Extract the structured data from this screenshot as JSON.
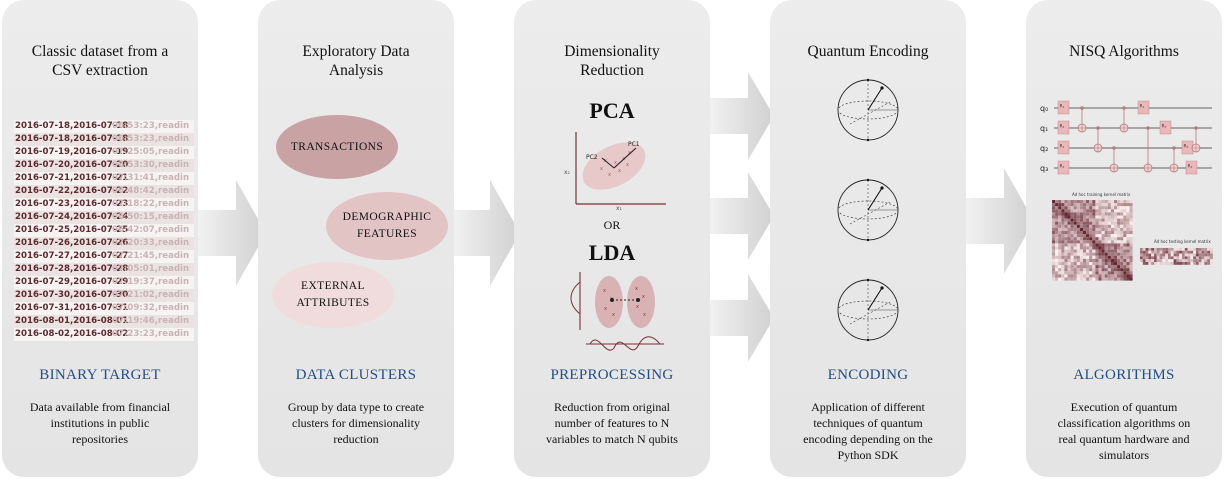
{
  "panels": [
    {
      "title_lines": [
        "Classic dataset from a",
        "CSV extraction"
      ],
      "category": "BINARY TARGET",
      "description_lines": [
        "Data available from financial",
        "institutions in public",
        "repositories"
      ],
      "csv_rows": [
        {
          "dates": "2016-07-18,2016-07-18",
          "rest": "06:53:23,readin"
        },
        {
          "dates": "2016-07-18,2016-07-18",
          "rest": "06:53:23,readin"
        },
        {
          "dates": "2016-07-19,2016-07-19",
          "rest": "07:25:05,readin"
        },
        {
          "dates": "2016-07-20,2016-07-20",
          "rest": "06:53:30,readin"
        },
        {
          "dates": "2016-07-21,2016-07-21",
          "rest": "07:31:41,readin"
        },
        {
          "dates": "2016-07-22,2016-07-22",
          "rest": "06:48:42,readin"
        },
        {
          "dates": "2016-07-23,2016-07-23",
          "rest": "07:18:22,readin"
        },
        {
          "dates": "2016-07-24,2016-07-24",
          "rest": "06:50:15,readin"
        },
        {
          "dates": "2016-07-25,2016-07-25",
          "rest": "06:42:07,readin"
        },
        {
          "dates": "2016-07-26,2016-07-26",
          "rest": "07:20:33,readin"
        },
        {
          "dates": "2016-07-27,2016-07-27",
          "rest": "07:21:45,readin"
        },
        {
          "dates": "2016-07-28,2016-07-28",
          "rest": "07:05:01,readin"
        },
        {
          "dates": "2016-07-29,2016-07-29",
          "rest": "07:19:37,readin"
        },
        {
          "dates": "2016-07-30,2016-07-30",
          "rest": "07:21:02,readin"
        },
        {
          "dates": "2016-07-31,2016-07-31",
          "rest": "07:09:32,readin"
        },
        {
          "dates": "2016-08-01,2016-08-01",
          "rest": "07:19:46,readin"
        },
        {
          "dates": "2016-08-02,2016-08-02",
          "rest": "07:23:23,readin"
        }
      ]
    },
    {
      "title_lines": [
        "Exploratory Data",
        "Analysis"
      ],
      "category": "DATA CLUSTERS",
      "description_lines": [
        "Group by data type to create",
        "clusters for dimensionality",
        "reduction"
      ],
      "clusters": {
        "transactions": "TRANSACTIONS",
        "demographic": [
          "DEMOGRAPHIC",
          "FEATURES"
        ],
        "external": [
          "EXTERNAL",
          "ATTRIBUTES"
        ]
      }
    },
    {
      "title_lines": [
        "Dimensionality",
        "Reduction"
      ],
      "category": "PREPROCESSING",
      "description_lines": [
        "Reduction from original",
        "number of features to N",
        "variables to match N qubits"
      ],
      "method_top": "PCA",
      "or_label": "OR",
      "method_bottom": "LDA",
      "pca_labels": {
        "pc1": "PC1",
        "pc2": "PC2",
        "x1": "x₁",
        "x2": "x₂"
      }
    },
    {
      "title_lines": [
        "Quantum Encoding"
      ],
      "category": "ENCODING",
      "description_lines": [
        "Application of different",
        "techniques of quantum",
        "encoding depending on the",
        "Python SDK"
      ]
    },
    {
      "title_lines": [
        "NISQ Algorithms"
      ],
      "category": "ALGORITHMS",
      "description_lines": [
        "Execution of quantum",
        "classification algorithms on",
        "real quantum hardware and",
        "simulators"
      ],
      "qubits": [
        "q₀",
        "q₁",
        "q₂",
        "q₃"
      ],
      "gate_label": "Rᵧ",
      "matrix_titles": [
        "Ad hoc training kernel matrix",
        "Ad hoc testing kernel matrix"
      ]
    }
  ],
  "colors": {
    "accent_blue": "#1f4e8a",
    "cluster_dark": "#c9a2a3",
    "cluster_light": "#ecd5d5",
    "wine": "#7a2f36",
    "panel_bg": "#e8e8e8"
  }
}
